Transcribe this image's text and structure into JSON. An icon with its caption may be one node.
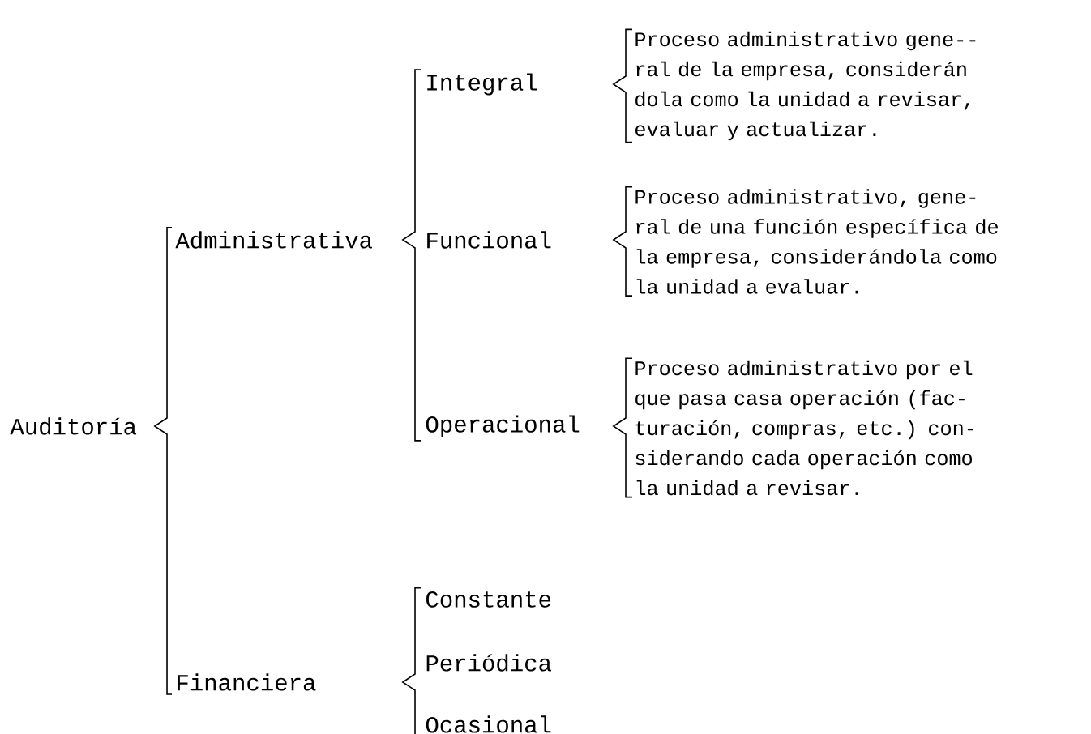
{
  "diagram": {
    "nodes": [
      {
        "text": [
          "Auditoría"
        ]
      },
      {
        "text": [
          "Administrativa"
        ]
      },
      {
        "text": [
          "Integral"
        ]
      },
      {
        "text": [
          "Proceso administrativo gene-- ral de la empresa, considerán dola como la unidad a revisar, evaluar y actualizar."
        ]
      },
      {
        "text": [
          "Funcional"
        ]
      },
      {
        "text": [
          "Proceso administrativo, gene- ral de una función específica de la empresa, considerándola como la unidad a evaluar."
        ]
      },
      {
        "text": [
          "Operacional"
        ]
      },
      {
        "text": [
          "Proceso administrativo por el que pasa casa operación (fac- turación, compras, etc.) con- siderando cada operación como la unidad a revisar."
        ]
      },
      {
        "text": [
          "Financiera"
        ]
      },
      {
        "text": [
          "Constante"
        ]
      },
      {
        "text": [
          "Periódica"
        ]
      },
      {
        "text": [
          "Ocasional"
        ]
      }
    ]
  }
}
